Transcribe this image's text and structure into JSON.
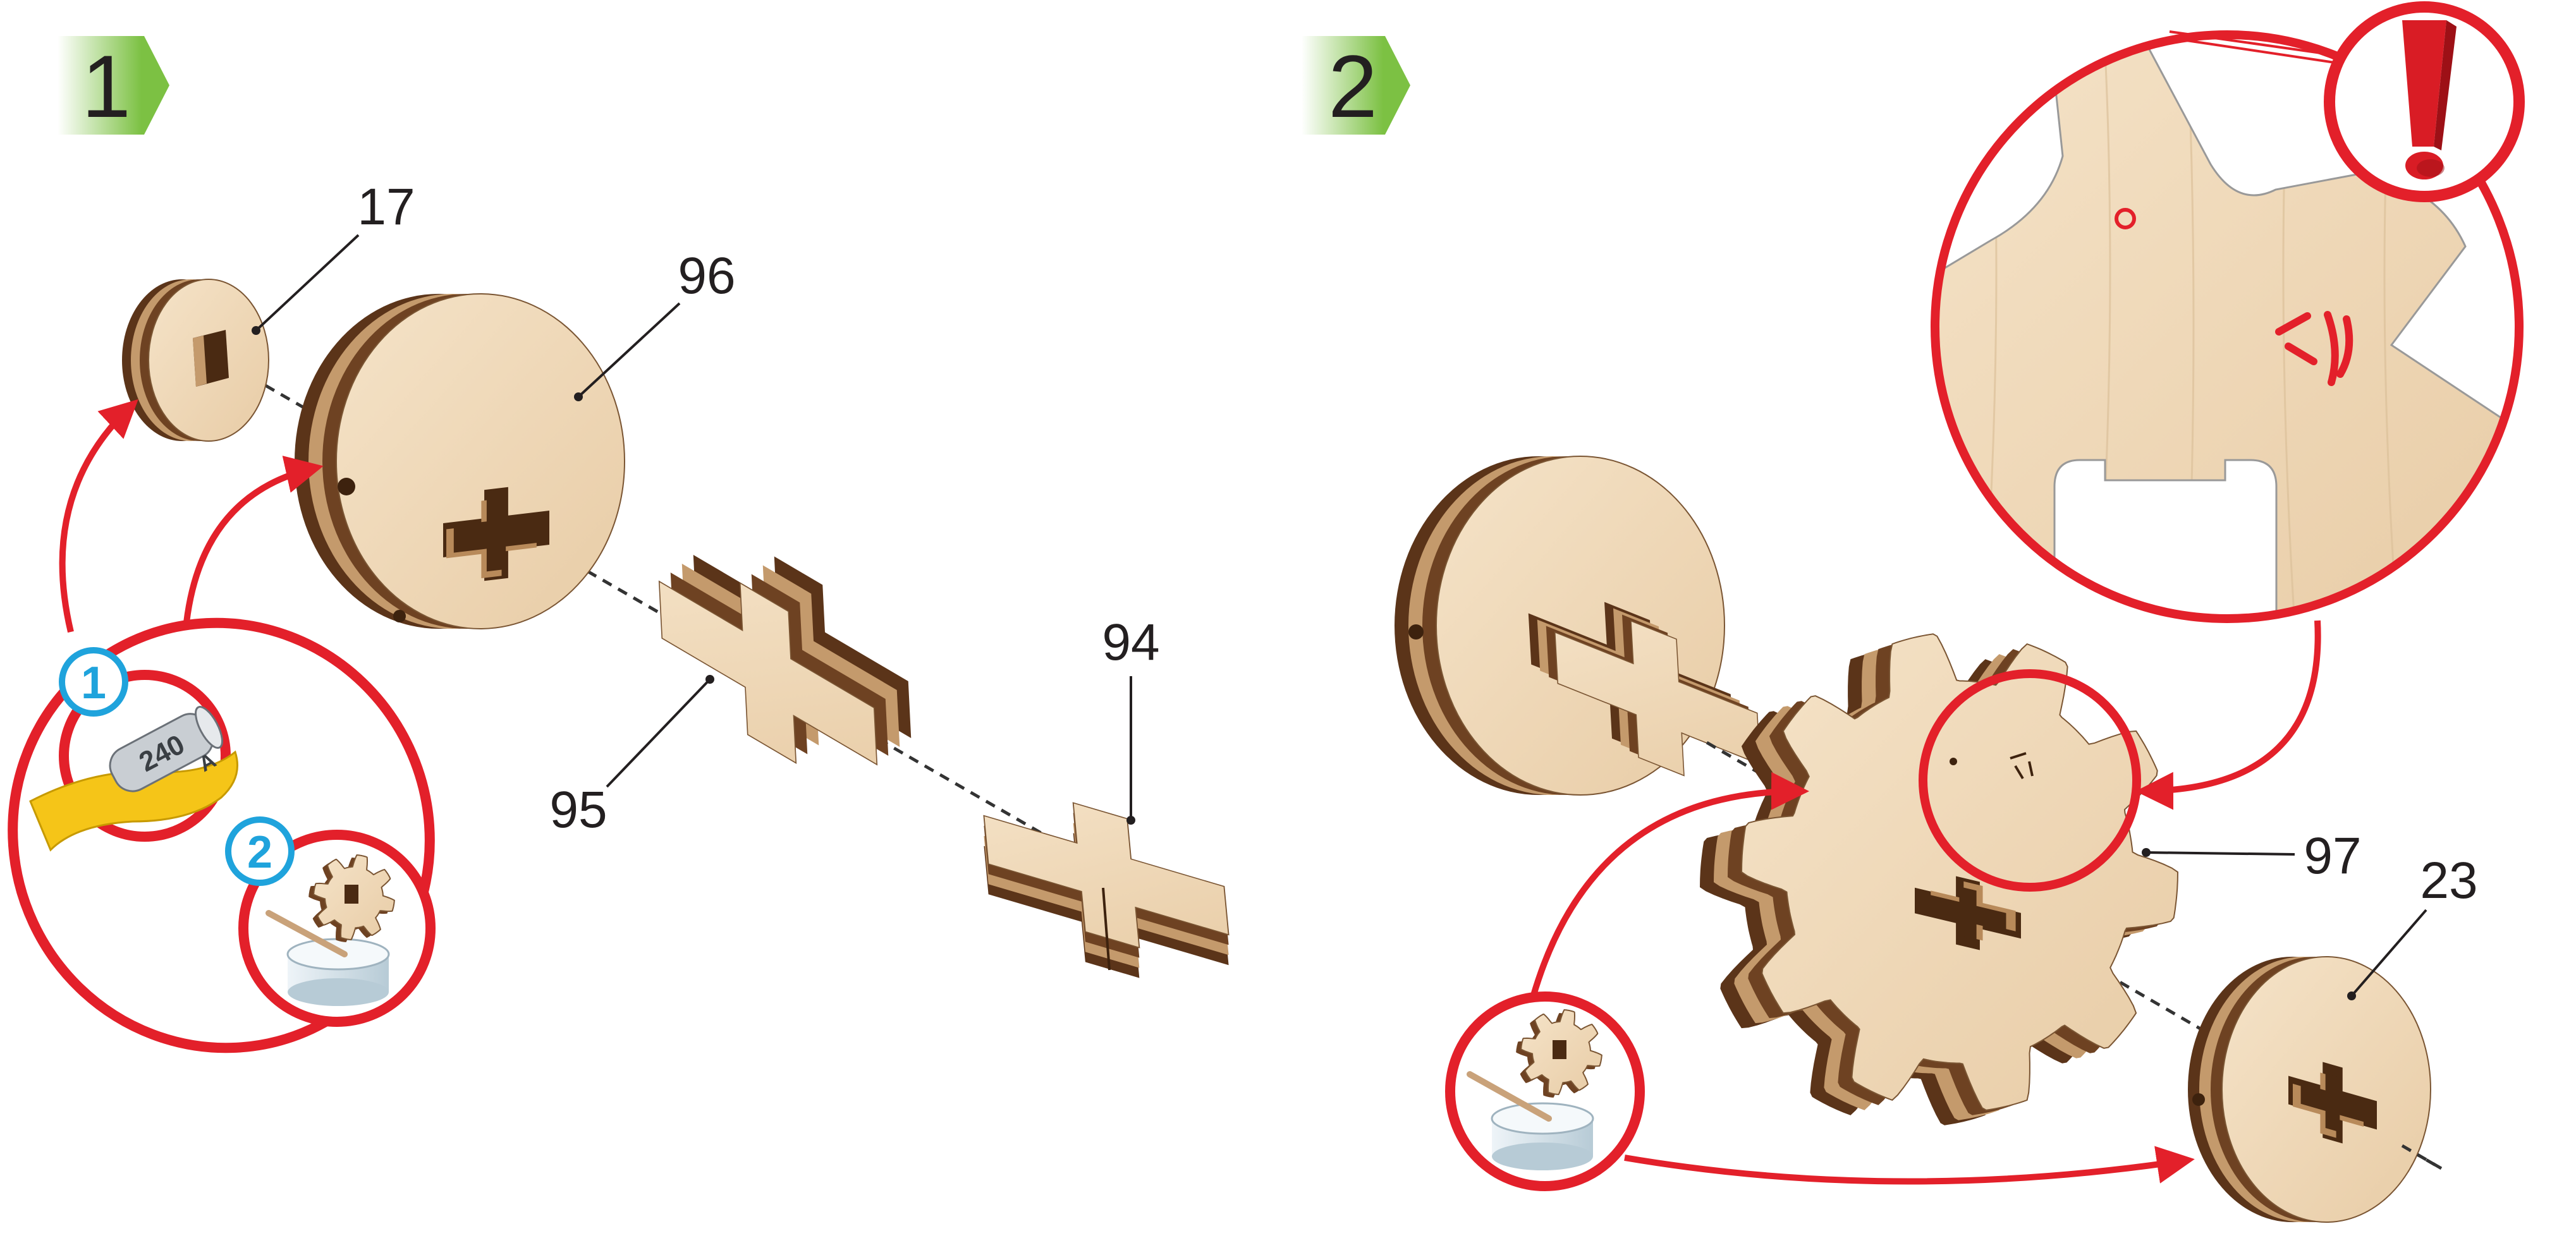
{
  "steps": [
    {
      "number": "1"
    },
    {
      "number": "2"
    }
  ],
  "step1": {
    "part_labels": {
      "small_disc": "17",
      "large_disc": "96",
      "cross_piece_a": "95",
      "cross_piece_b": "94"
    },
    "callout": {
      "sanding_step": "1",
      "gluing_step": "2",
      "sandpaper_grit": "240",
      "sandpaper_mark": "A"
    }
  },
  "step2": {
    "part_labels": {
      "gear": "97",
      "end_disc": "23"
    }
  },
  "icons": [
    "sandpaper-icon",
    "glue-pot-icon",
    "warning-exclamation-icon",
    "detail-magnifier"
  ],
  "colors": {
    "accent_red": "#e3202a",
    "step_badge_green": "#7cc143",
    "callout_blue": "#1fa3dc",
    "wood_face": "#efd8b6",
    "wood_dark": "#5b3419",
    "wood_mid": "#c49a6c"
  }
}
